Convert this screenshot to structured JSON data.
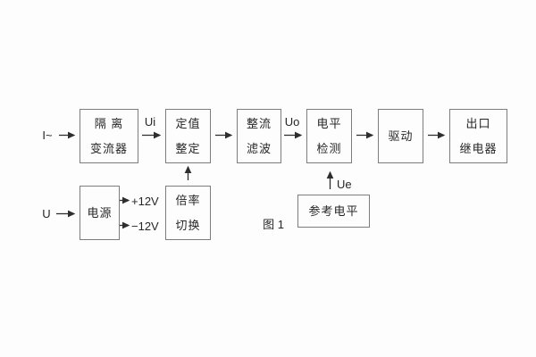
{
  "figure": {
    "caption": "图 1",
    "blocks": {
      "isolation_transformer": {
        "line1": "隔 离",
        "line2": "变流器"
      },
      "setpoint_setting": {
        "line1": "定值",
        "line2": "整定"
      },
      "rectify_filter": {
        "line1": "整流",
        "line2": "滤波"
      },
      "level_detection": {
        "line1": "电平",
        "line2": "检测"
      },
      "drive": {
        "line1": "驱动"
      },
      "output_relay": {
        "line1": "出口",
        "line2": "继电器"
      },
      "power_supply": {
        "line1": "电源"
      },
      "ratio_switching": {
        "line1": "倍率",
        "line2": "切换"
      },
      "reference_level": {
        "line1": "参考电平"
      }
    },
    "signals": {
      "input_current": "I~",
      "input_voltage": "U",
      "ui": "Ui",
      "uo": "Uo",
      "ue": "Ue",
      "plus_12v": "+12V",
      "minus_12v": "−12V"
    },
    "colors": {
      "background": "#fdfdfd",
      "box_border": "#7d7d7d",
      "text": "#262626",
      "line": "#2e2e2e"
    }
  }
}
